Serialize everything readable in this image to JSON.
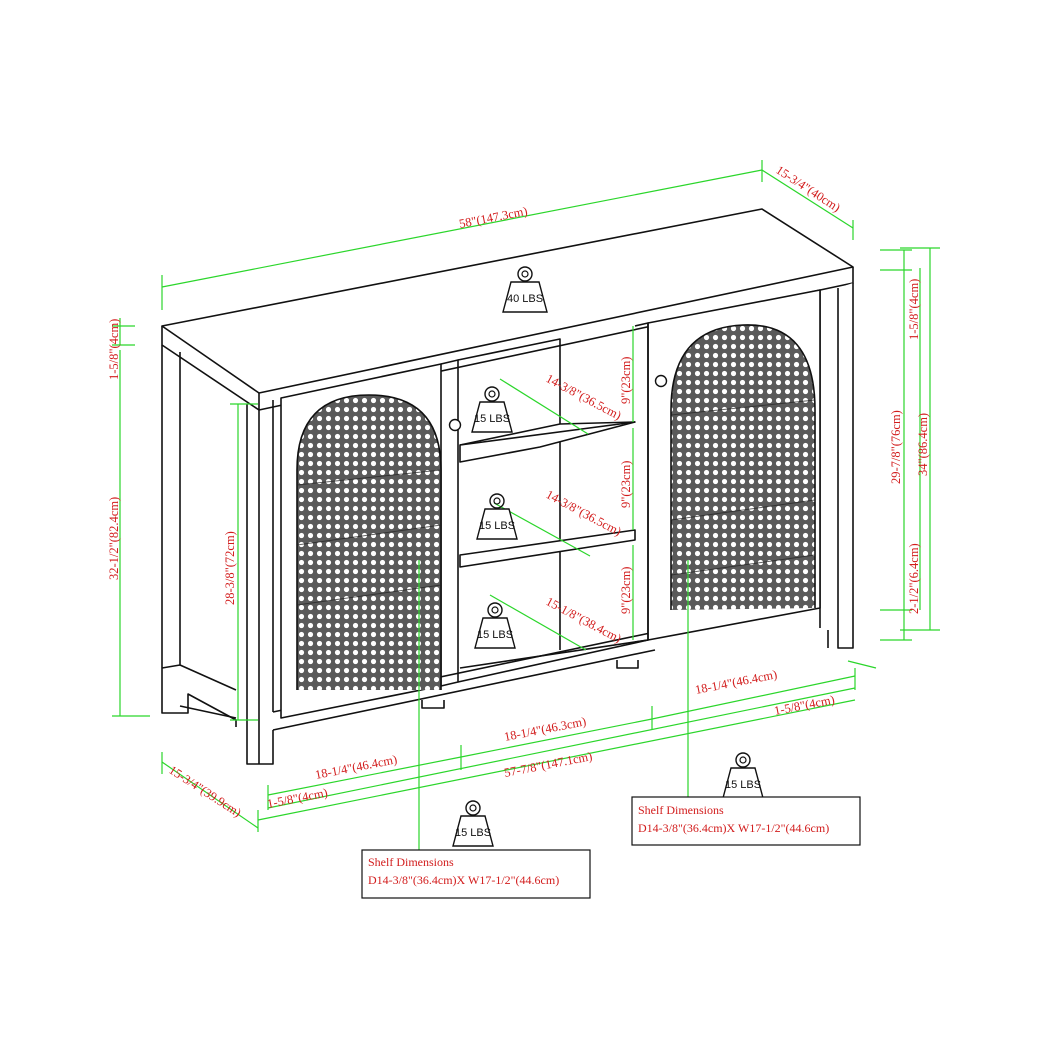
{
  "colors": {
    "outline": "#111111",
    "dimension_line": "#2bd62b",
    "dimension_text": "#d21c1c",
    "rattan": "#555555",
    "background": "#ffffff"
  },
  "weights": {
    "top": "40 LBS",
    "shelf_upper": "15 LBS",
    "shelf_middle": "15 LBS",
    "shelf_lower": "15 LBS",
    "left_cabinet": "15 LBS",
    "right_cabinet": "15 LBS"
  },
  "dimensions": {
    "overall_width": "58\"(147.3cm)",
    "overall_depth_top": "15-3/4\"(40cm)",
    "top_thickness_left": "1-5/8\"(4cm)",
    "body_height_left": "32-1/2\"(82.4cm)",
    "door_height": "28-3/8\"(72cm)",
    "shelf_upper_depth": "14-3/8\"(36.5cm)",
    "shelf_middle_depth": "14-3/8\"(36.5cm)",
    "shelf_lower_depth": "15-1/8\"(38.4cm)",
    "shelf_gap_upper": "9\"(23cm)",
    "shelf_gap_middle": "9\"(23cm)",
    "shelf_gap_lower": "9\"(23cm)",
    "top_thickness_right": "1-5/8\"(4cm)",
    "inner_height_right": "29-7/8\"(76cm)",
    "overall_height_right": "34\"(86.4cm)",
    "leg_height_right": "2-1/2\"(6.4cm)",
    "left_section_width": "18-1/4\"(46.4cm)",
    "center_section_width": "18-1/4\"(46.3cm)",
    "right_section_width": "18-1/4\"(46.4cm)",
    "side_panel_right": "1-5/8\"(4cm)",
    "side_panel_left": "1-5/8\"(4cm)",
    "base_width": "57-7/8\"(147.1cm)",
    "overall_depth_bottom": "15-3/4\"(39.9cm)"
  },
  "shelf_boxes": {
    "left": {
      "title": "Shelf Dimensions",
      "spec": "D14-3/8\"(36.4cm)X W17-1/2\"(44.6cm)"
    },
    "right": {
      "title": "Shelf Dimensions",
      "spec": "D14-3/8\"(36.4cm)X W17-1/2\"(44.6cm)"
    }
  }
}
